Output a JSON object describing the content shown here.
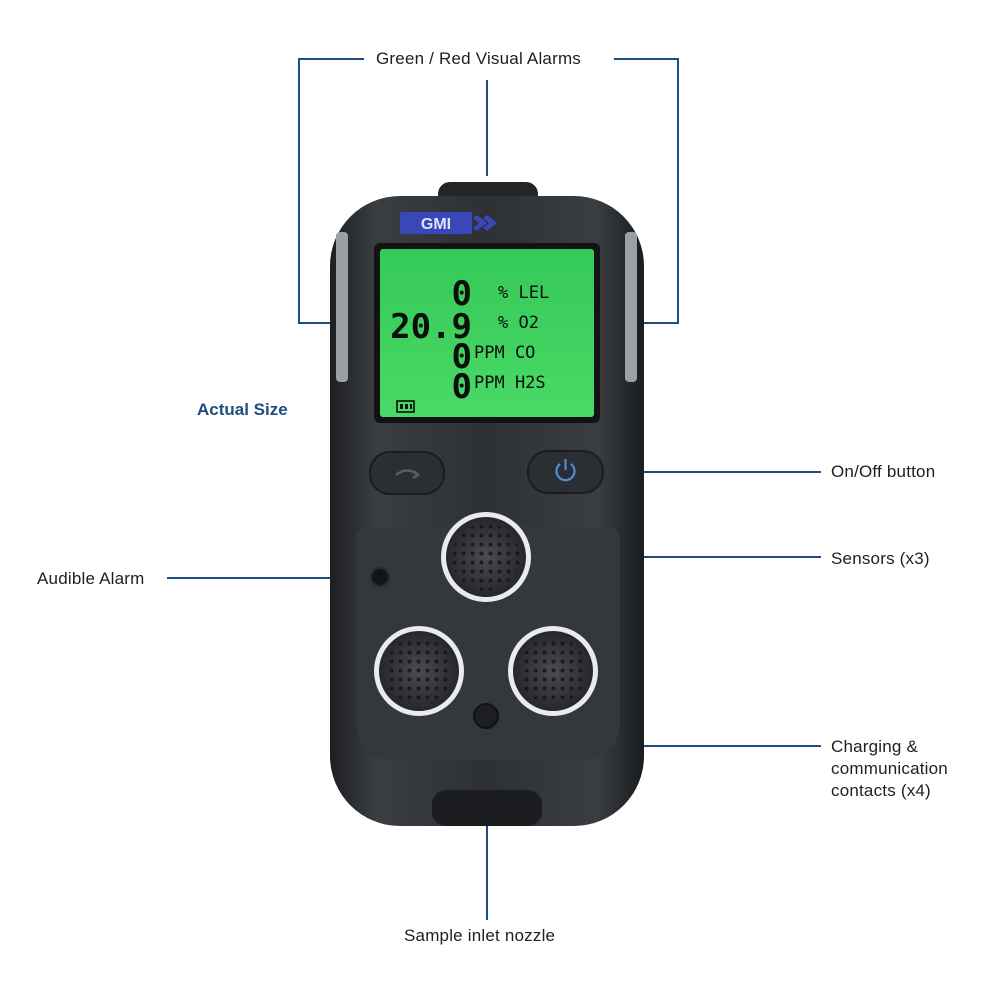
{
  "labels": {
    "visual_alarms": "Green / Red Visual Alarms",
    "actual_size": "Actual Size",
    "on_off": "On/Off button",
    "sensors": "Sensors (x3)",
    "audible_alarm": "Audible Alarm",
    "charging_line1": "Charging &",
    "charging_line2": "communication",
    "charging_line3": "contacts (x4)",
    "sample_inlet": "Sample inlet nozzle"
  },
  "device": {
    "brand": "GMI",
    "readings": [
      {
        "value": "0",
        "unit": "% LEL"
      },
      {
        "value": "20.9",
        "unit": "% O2"
      },
      {
        "value": "0",
        "unit": "PPM CO"
      },
      {
        "value": "0",
        "unit": "PPM H2S"
      }
    ]
  },
  "colors": {
    "callout_line": "#1d4e7e",
    "device_body": "#2a2c2f",
    "lcd_green": "#39d15a",
    "brand_blue": "#3a47b8"
  }
}
